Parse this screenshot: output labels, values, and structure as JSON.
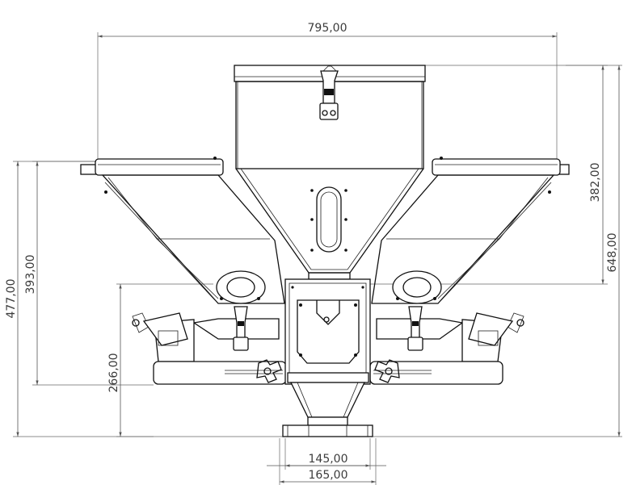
{
  "dimensions": {
    "overall_width": "795,00",
    "bin_height": "382,00",
    "total_height_right": "648,00",
    "total_height_left": "477,00",
    "side_bin_height": "393,00",
    "mixer_height": "266,00",
    "outlet_inner_width": "145,00",
    "outlet_outer_width": "165,00"
  },
  "colors": {
    "line": "#111111",
    "dimension": "#555555",
    "text": "#3c3c3c",
    "background": "#ffffff"
  }
}
